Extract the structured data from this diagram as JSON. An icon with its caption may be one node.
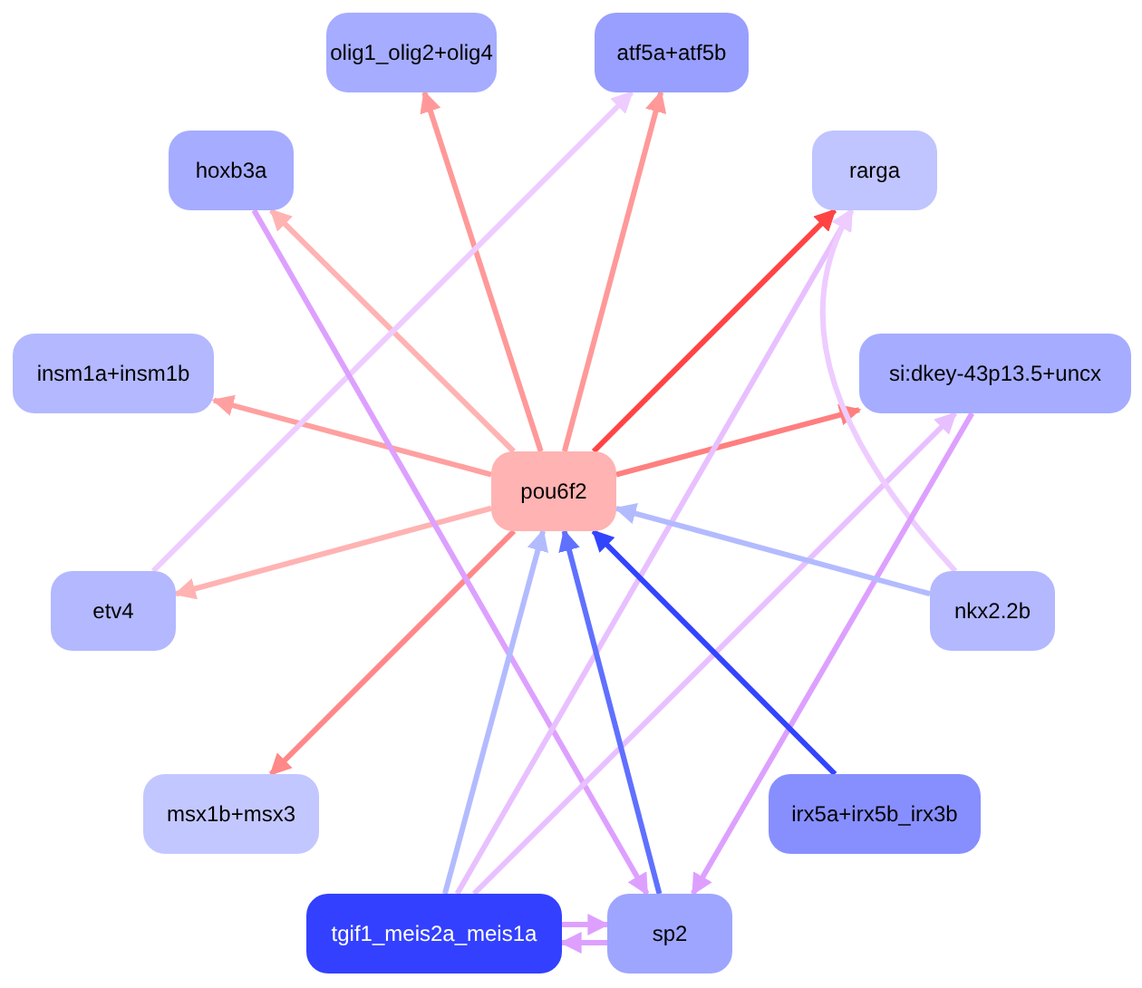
{
  "diagram": {
    "nodes": [
      {
        "text": [
          "olig1_olig2+olig4"
        ]
      },
      {
        "text": [
          "atf5a+atf5b"
        ]
      },
      {
        "text": [
          "hoxb3a"
        ]
      },
      {
        "text": [
          "rarga"
        ]
      },
      {
        "text": [
          "insm1a+insm1b"
        ]
      },
      {
        "text": [
          "si:dkey-43p13.5+uncx"
        ]
      },
      {
        "text": [
          "pou6f2"
        ]
      },
      {
        "text": [
          "etv4"
        ]
      },
      {
        "text": [
          "nkx2.2b"
        ]
      },
      {
        "text": [
          "msx1b+msx3"
        ]
      },
      {
        "text": [
          "irx5a+irx5b_irx3b"
        ]
      },
      {
        "text": [
          "tgif1_meis2a_meis1a"
        ]
      },
      {
        "text": [
          "sp2"
        ]
      }
    ],
    "edges": [
      {
        "from": 6,
        "to": 0,
        "arrow": "to",
        "color": "#ff9999"
      },
      {
        "from": 6,
        "to": 1,
        "arrow": "to",
        "color": "#ff9999"
      },
      {
        "from": 6,
        "to": 2,
        "arrow": "to",
        "color": "#ffb3b3"
      },
      {
        "from": 6,
        "to": 3,
        "arrow": "to",
        "color": "#ff4444"
      },
      {
        "from": 6,
        "to": 4,
        "arrow": "to",
        "color": "#ffa0a0"
      },
      {
        "from": 6,
        "to": 5,
        "arrow": "to",
        "color": "#ff7f7f"
      },
      {
        "from": 6,
        "to": 7,
        "arrow": "to",
        "color": "#ffb3b3"
      },
      {
        "from": 6,
        "to": 9,
        "arrow": "to",
        "color": "#ff8888"
      },
      {
        "from": 7,
        "to": 1,
        "arrow": "to",
        "color": "#eeccff"
      },
      {
        "from": 2,
        "to": 12,
        "arrow": "to",
        "color": "#dda0ff"
      },
      {
        "from": 11,
        "to": 3,
        "arrow": "to",
        "color": "#e8c0ff"
      },
      {
        "from": 11,
        "to": 5,
        "arrow": "to",
        "color": "#e8c0ff"
      },
      {
        "from": 8,
        "to": 3,
        "arrow": "to",
        "color": "#eeccff"
      },
      {
        "from": 5,
        "to": 12,
        "arrow": "to",
        "color": "#dda0ff"
      },
      {
        "from": 11,
        "to": 6,
        "arrow": "to",
        "color": "#b3bbff"
      },
      {
        "from": 12,
        "to": 6,
        "arrow": "to",
        "color": "#6070ff"
      },
      {
        "from": 10,
        "to": 6,
        "arrow": "to",
        "color": "#3344ff"
      },
      {
        "from": 8,
        "to": 6,
        "arrow": "to",
        "color": "#b3bbff"
      },
      {
        "from": 11,
        "to": 12,
        "arrow": "to",
        "color": "#dda0ff"
      },
      {
        "from": 12,
        "to": 11,
        "arrow": "to",
        "color": "#dda0ff"
      }
    ]
  }
}
